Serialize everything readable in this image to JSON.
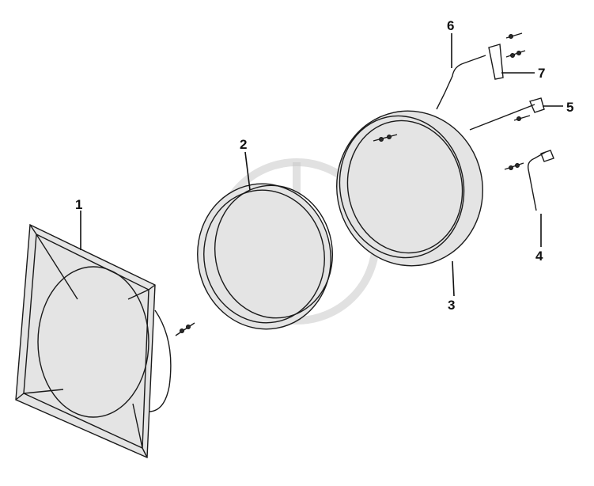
{
  "callouts": [
    {
      "id": "1",
      "label": "1"
    },
    {
      "id": "2",
      "label": "2"
    },
    {
      "id": "3",
      "label": "3"
    },
    {
      "id": "4",
      "label": "4"
    },
    {
      "id": "5",
      "label": "5"
    },
    {
      "id": "6",
      "label": "6"
    },
    {
      "id": "7",
      "label": "7"
    }
  ],
  "colors": {
    "line": "#1a1a1a",
    "fill": "#e4e4e4",
    "watermark": "#c8c8c8"
  }
}
